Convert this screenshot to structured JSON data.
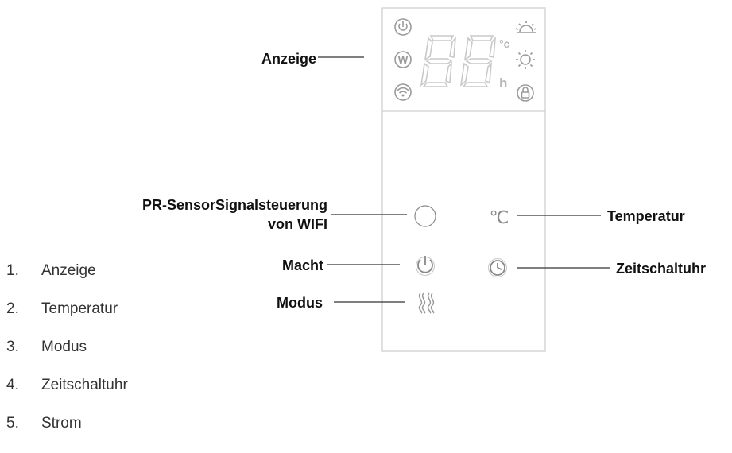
{
  "callouts": {
    "display": "Anzeige",
    "sensor_line1": "PR-SensorSignalsteuerung",
    "sensor_line2": "von WIFI",
    "power": "Macht",
    "mode": "Modus",
    "temperature": "Temperatur",
    "timer": "Zeitschaltuhr"
  },
  "panel": {
    "unit_celsius": "°c",
    "unit_hours": "h",
    "icon_w": "W",
    "temp_button_glyph": "℃"
  },
  "legend": [
    {
      "number": "1.",
      "label": "Anzeige"
    },
    {
      "number": "2.",
      "label": "Temperatur"
    },
    {
      "number": "3.",
      "label": "Modus"
    },
    {
      "number": "4.",
      "label": "Zeitschaltuhr"
    },
    {
      "number": "5.",
      "label": "Strom"
    }
  ],
  "colors": {
    "panel_border": "#d0d0d0",
    "icon_gray": "#9a9a9a",
    "segment_gray": "#c9c9c9",
    "label_text": "#111111"
  }
}
